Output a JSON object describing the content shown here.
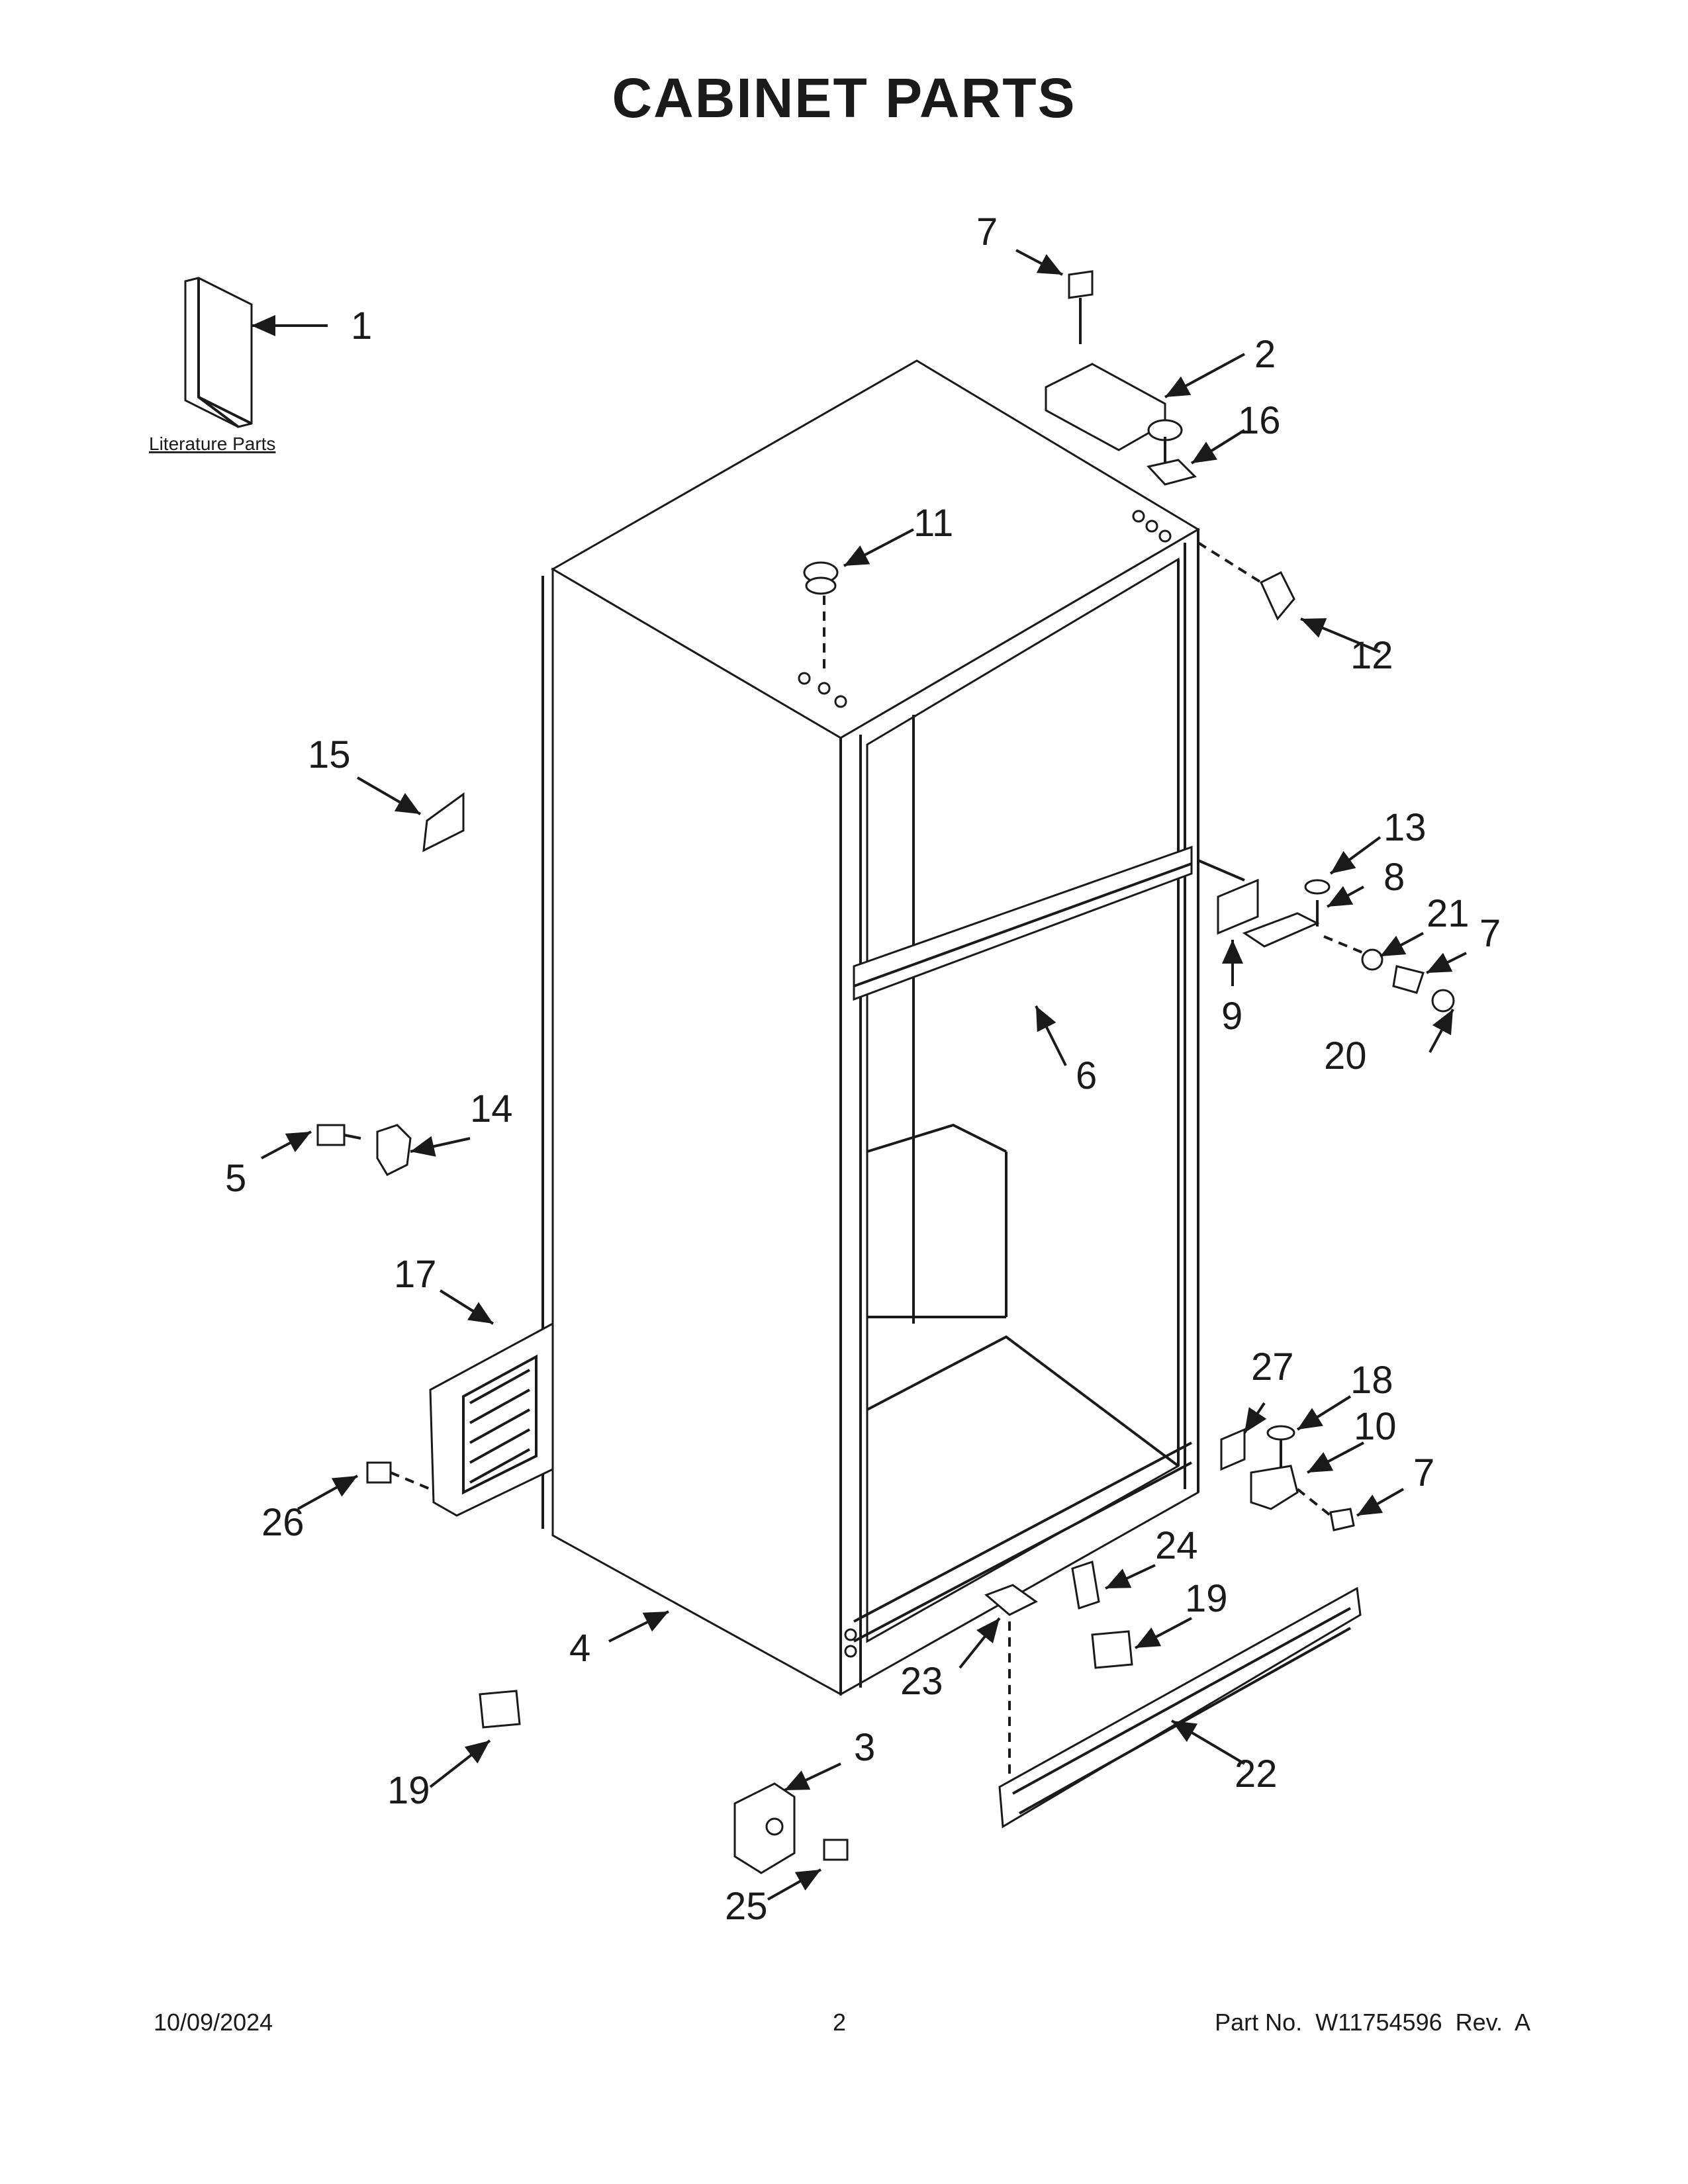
{
  "title": "CABINET PARTS",
  "literature_label": "Literature Parts",
  "callouts": {
    "c1": "1",
    "c2": "2",
    "c3": "3",
    "c4": "4",
    "c5": "5",
    "c6": "6",
    "c7a": "7",
    "c7b": "7",
    "c7c": "7",
    "c8": "8",
    "c9": "9",
    "c10": "10",
    "c11": "11",
    "c12": "12",
    "c13": "13",
    "c14": "14",
    "c15": "15",
    "c16": "16",
    "c17": "17",
    "c18": "18",
    "c19a": "19",
    "c19b": "19",
    "c20": "20",
    "c21": "21",
    "c22": "22",
    "c23": "23",
    "c24": "24",
    "c25": "25",
    "c26": "26",
    "c27": "27"
  },
  "footer": {
    "date": "10/09/2024",
    "page": "2",
    "part_number": "Part No.  W11754596  Rev.  A"
  }
}
